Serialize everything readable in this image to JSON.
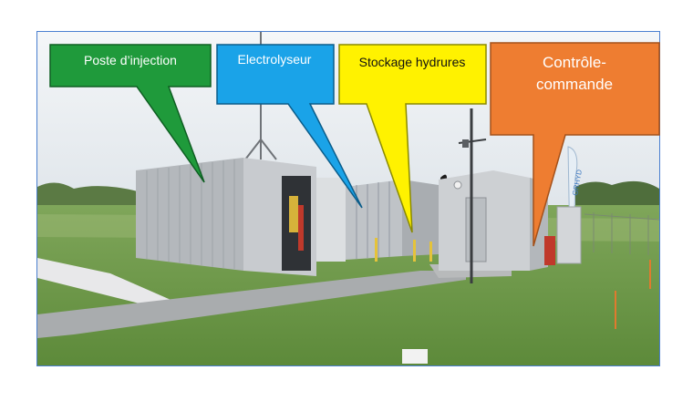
{
  "callouts": {
    "poste": {
      "label": "Poste d’injection",
      "color": "#1f9a3b"
    },
    "electrolyseur": {
      "label": "Electrolyseur",
      "color": "#1aa3e8"
    },
    "stockage": {
      "label": "Stockage hydrures",
      "color": "#fff200"
    },
    "controle": {
      "label_line1": "Contrôle-",
      "label_line2": "commande",
      "color": "#ee7d31"
    }
  },
  "signage": {
    "flag_text": "GRHYD"
  }
}
